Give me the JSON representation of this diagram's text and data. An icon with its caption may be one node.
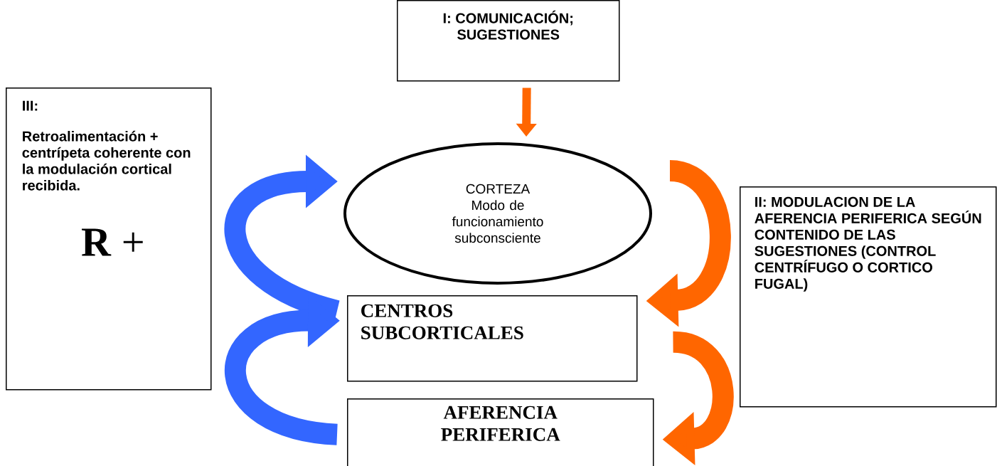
{
  "diagram": {
    "nodes": [
      {
        "text": [
          "I: COMUNICACIÓN; SUGESTIONES"
        ]
      },
      {
        "text": [
          "III:",
          "Retroalimentación + centrípeta coherente con la modulación cortical recibida.",
          "**R** +"
        ]
      },
      {
        "text": [
          "CORTEZA",
          "Modo de funcionamiento subconsciente"
        ]
      },
      {
        "text": [
          "CENTROS SUBCORTICALES"
        ]
      },
      {
        "text": [
          "AFERENCIA PERIFERICA"
        ]
      },
      {
        "text": [
          "II: MODULACION DE LA AFERENCIA PERIFERICA SEGÚN CONTENIDO DE LAS SUGESTIONES (CONTROL CENTRÍFUGO O CORTICO FUGAL)"
        ]
      }
    ],
    "edges": [
      {
        "from": 0,
        "to": 2,
        "arrow": "to"
      },
      {
        "from": 3,
        "to": 2,
        "arrow": "to",
        "color": "#3366ff"
      },
      {
        "from": 4,
        "to": 3,
        "arrow": "to",
        "color": "#3366ff"
      },
      {
        "from": 2,
        "to": 3,
        "arrow": "to"
      },
      {
        "from": 3,
        "to": 4,
        "arrow": "to"
      }
    ]
  }
}
